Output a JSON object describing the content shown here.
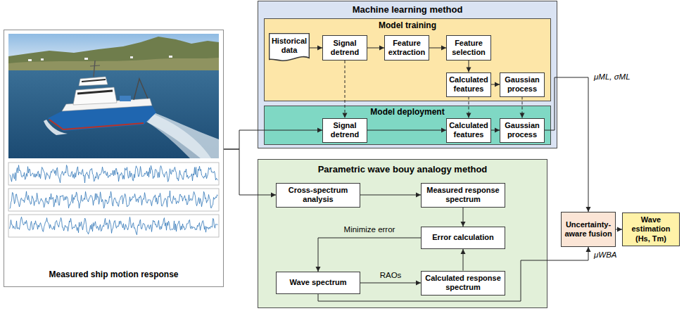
{
  "diagram": {
    "nodes": [
      {
        "text": [
          "Measured ship motion response"
        ]
      },
      {
        "text": [
          "Machine learning method"
        ]
      },
      {
        "text": [
          "Model training"
        ],
        "in": 1
      },
      {
        "text": [
          "Historical data"
        ],
        "in": 2
      },
      {
        "text": [
          "Signal detrend"
        ],
        "in": 2
      },
      {
        "text": [
          "Feature extraction"
        ],
        "in": 2
      },
      {
        "text": [
          "Feature selection"
        ],
        "in": 2
      },
      {
        "text": [
          "Calculated features"
        ],
        "in": 2
      },
      {
        "text": [
          "Gaussian process"
        ],
        "in": 2
      },
      {
        "text": [
          "Model deployment"
        ],
        "in": 1
      },
      {
        "text": [
          "Signal detrend"
        ],
        "in": 9
      },
      {
        "text": [
          "Calculated features"
        ],
        "in": 9
      },
      {
        "text": [
          "Gaussian process"
        ],
        "in": 9
      },
      {
        "text": [
          "Parametric wave bouy analogy method"
        ]
      },
      {
        "text": [
          "Cross-spectrum analysis"
        ],
        "in": 13
      },
      {
        "text": [
          "Measured response spectrum"
        ],
        "in": 13
      },
      {
        "text": [
          "Error calculation"
        ],
        "in": 13
      },
      {
        "text": [
          "Wave spectrum"
        ],
        "in": 13
      },
      {
        "text": [
          "Calculated response spectrum"
        ],
        "in": 13
      },
      {
        "text": [
          "Uncertainty-aware fusion"
        ]
      },
      {
        "text": [
          "Wave estimation (Hs, Tm)"
        ]
      }
    ],
    "edges": [
      {
        "from": 0,
        "to": 10,
        "arrow": "to"
      },
      {
        "from": 0,
        "to": 14,
        "arrow": "to"
      },
      {
        "from": 3,
        "to": 4,
        "arrow": "to"
      },
      {
        "from": 4,
        "to": 5,
        "arrow": "to"
      },
      {
        "from": 5,
        "to": 6,
        "arrow": "to"
      },
      {
        "from": 6,
        "to": 7,
        "arrow": "to"
      },
      {
        "from": 7,
        "to": 8,
        "arrow": "to"
      },
      {
        "from": 4,
        "to": 10,
        "arrow": "to"
      },
      {
        "from": 7,
        "to": 11,
        "arrow": "to"
      },
      {
        "from": 8,
        "to": 12,
        "arrow": "to"
      },
      {
        "from": 10,
        "to": 11,
        "arrow": "to"
      },
      {
        "from": 11,
        "to": 12,
        "arrow": "to"
      },
      {
        "from": 12,
        "to": 19,
        "label": "μML, σML",
        "arrow": "to"
      },
      {
        "from": 14,
        "to": 15,
        "arrow": "to"
      },
      {
        "from": 15,
        "to": 16,
        "arrow": "to"
      },
      {
        "from": 16,
        "to": 17,
        "label": "Minimize error",
        "arrow": "to"
      },
      {
        "from": 17,
        "to": 18,
        "label": "RAOs",
        "arrow": "to"
      },
      {
        "from": 18,
        "to": 16,
        "arrow": "to"
      },
      {
        "from": 17,
        "to": 19,
        "label": "μWBA",
        "arrow": "to"
      },
      {
        "from": 19,
        "to": 20,
        "arrow": "to"
      }
    ]
  }
}
